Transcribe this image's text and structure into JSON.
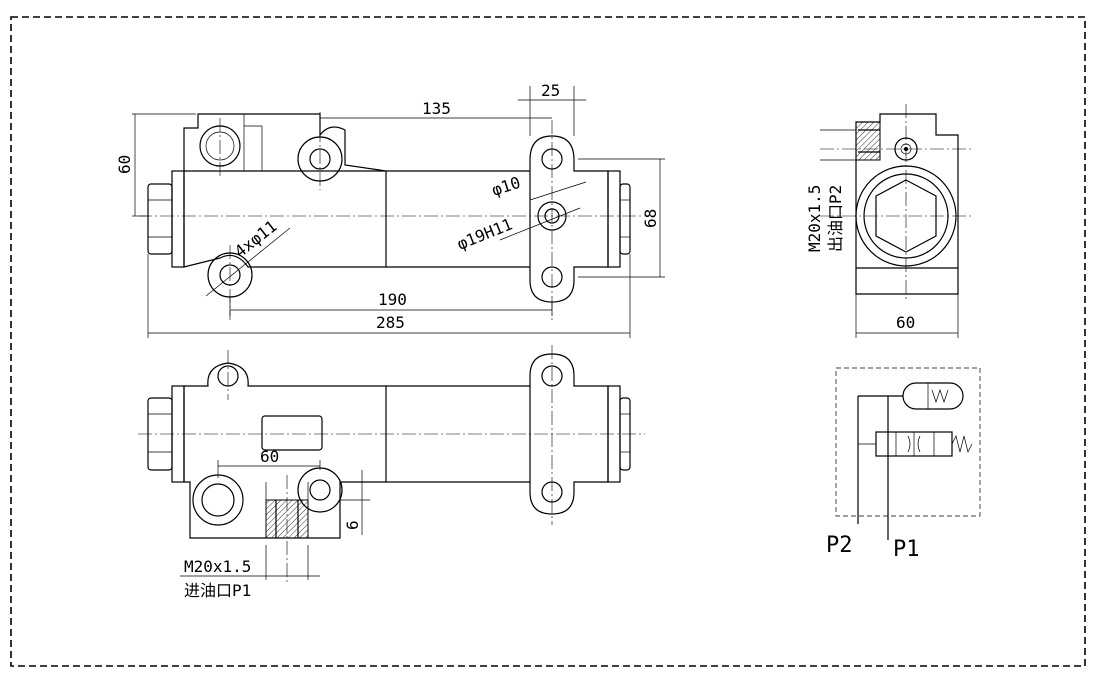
{
  "dimensions": {
    "top_135": "135",
    "top_25": "25",
    "top_60": "60",
    "top_68": "68",
    "top_phi10": "φ10",
    "top_phi19": "φ19H11",
    "top_holes": "4xφ11",
    "top_190": "190",
    "top_285": "285",
    "side_60": "60",
    "front_60": "60",
    "front_6": "6"
  },
  "ports": {
    "outlet_thread": "M20x1.5",
    "outlet_label": "出油口P2",
    "inlet_thread": "M20x1.5",
    "inlet_label": "进油口P1"
  },
  "schematic": {
    "p2": "P2",
    "p1": "P1"
  }
}
